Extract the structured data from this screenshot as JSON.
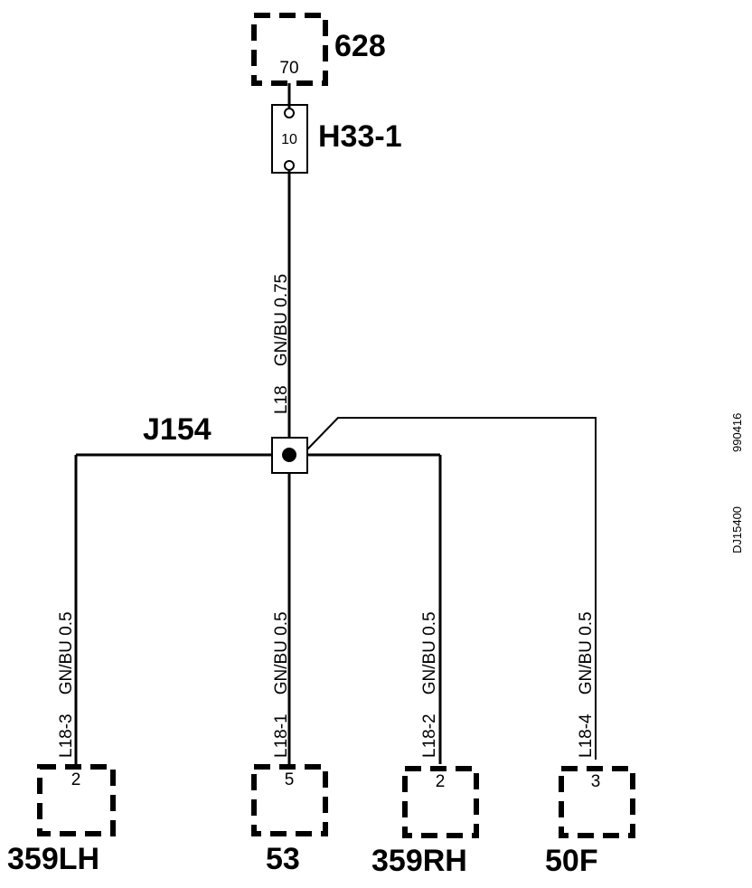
{
  "connectors": {
    "c628": {
      "id": "628",
      "pin": "70"
    },
    "h33": {
      "id": "H33-1",
      "pin": "10"
    },
    "c359lh": {
      "id": "359LH",
      "pin": "2"
    },
    "c53": {
      "id": "53",
      "pin": "5"
    },
    "c359rh": {
      "id": "359RH",
      "pin": "2"
    },
    "c50f": {
      "id": "50F",
      "pin": "3"
    }
  },
  "splice": {
    "id": "J154"
  },
  "wires": {
    "main": "L18    GN/BU 0.75",
    "lh": "L18-3    GN/BU 0.5",
    "c53": "L18-1    GN/BU 0.5",
    "rh": "L18-2    GN/BU 0.5",
    "f50": "L18-4    GN/BU 0.5"
  },
  "side_codes": {
    "drawing": "DJ15400",
    "date": "990416"
  },
  "colors": {
    "line": "#000000",
    "background": "#ffffff"
  }
}
